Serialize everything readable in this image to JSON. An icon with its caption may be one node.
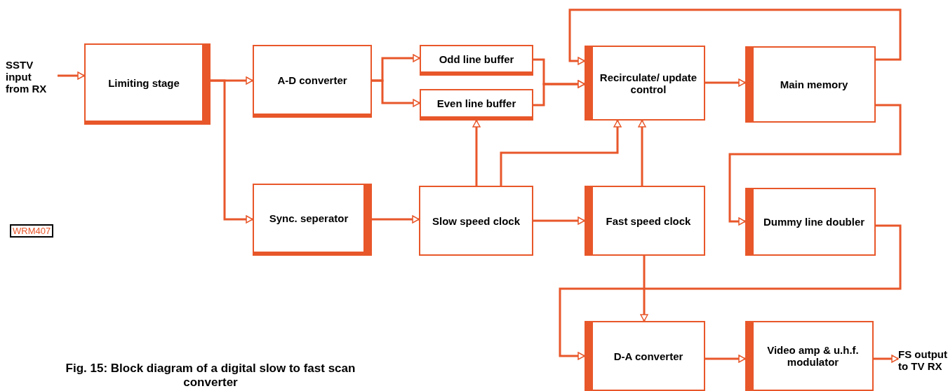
{
  "diagram": {
    "caption": "Fig. 15: Block diagram of a digital slow to fast scan converter",
    "nodes": [
      {
        "text": [
          "SSTV input from RX"
        ]
      },
      {
        "text": [
          "Limiting stage"
        ]
      },
      {
        "text": [
          "A-D converter"
        ]
      },
      {
        "text": [
          "Odd line buffer"
        ]
      },
      {
        "text": [
          "Even line buffer"
        ]
      },
      {
        "text": [
          "Recirculate/ update control"
        ]
      },
      {
        "text": [
          "Main memory"
        ]
      },
      {
        "text": [
          "Sync. seperator"
        ]
      },
      {
        "text": [
          "Slow speed clock"
        ]
      },
      {
        "text": [
          "Fast speed clock"
        ]
      },
      {
        "text": [
          "Dummy line doubler"
        ]
      },
      {
        "text": [
          "D-A converter"
        ]
      },
      {
        "text": [
          "Video amp & u.h.f. modulator"
        ]
      },
      {
        "text": [
          "FS output to TV RX"
        ]
      }
    ],
    "edges": [
      {
        "from": 0,
        "to": 1,
        "arrow": "to"
      },
      {
        "from": 1,
        "to": 2,
        "arrow": "to"
      },
      {
        "from": 1,
        "to": 7,
        "arrow": "to"
      },
      {
        "from": 2,
        "to": 3,
        "arrow": "to"
      },
      {
        "from": 2,
        "to": 4,
        "arrow": "to"
      },
      {
        "from": 3,
        "to": 5,
        "arrow": "to"
      },
      {
        "from": 4,
        "to": 5,
        "arrow": "to"
      },
      {
        "from": 5,
        "to": 6,
        "arrow": "to"
      },
      {
        "from": 6,
        "to": 5,
        "arrow": "to"
      },
      {
        "from": 6,
        "to": 10,
        "arrow": "to"
      },
      {
        "from": 10,
        "to": 11,
        "arrow": "to"
      },
      {
        "from": 8,
        "to": 4,
        "arrow": "to"
      },
      {
        "from": 8,
        "to": 5,
        "arrow": "to"
      },
      {
        "from": 9,
        "to": 5,
        "arrow": "to"
      },
      {
        "from": 7,
        "to": 8,
        "arrow": "to"
      },
      {
        "from": 8,
        "to": 9,
        "arrow": "to"
      },
      {
        "from": 9,
        "to": 11,
        "arrow": "to"
      },
      {
        "from": 11,
        "to": 12,
        "arrow": "to"
      },
      {
        "from": 12,
        "to": 13,
        "arrow": "to"
      }
    ],
    "labels": [
      "WRM407"
    ]
  }
}
